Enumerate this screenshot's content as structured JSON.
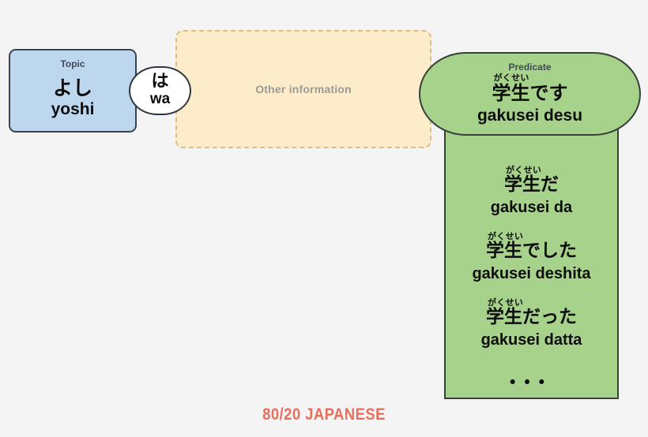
{
  "background_color": "#f4f4f4",
  "topic": {
    "label": "Topic",
    "kana": "よし",
    "romaji": "yoshi",
    "fill_color": "#bdd7ee",
    "border_color": "#3a4450"
  },
  "particle": {
    "kana": "は",
    "romaji": "wa",
    "fill_color": "#ffffff",
    "border_color": "#2f3640"
  },
  "other_info": {
    "label": "Other information",
    "fill_color": "#fcecc9",
    "border_color": "#d8bd8a",
    "text_color": "#9a9a9a"
  },
  "predicate": {
    "label": "Predicate",
    "fill_color": "#a7d28b",
    "border_color": "#37413a",
    "header": {
      "furigana": "がくせい",
      "japanese": "学生です",
      "romaji": "gakusei desu"
    },
    "forms": [
      {
        "furigana": "がくせい",
        "japanese": "学生だ",
        "romaji": "gakusei da"
      },
      {
        "furigana": "がくせい",
        "japanese": "学生でした",
        "romaji": "gakusei deshita"
      },
      {
        "furigana": "がくせい",
        "japanese": "学生だった",
        "romaji": "gakusei datta"
      }
    ],
    "ellipsis": "•••"
  },
  "watermark": {
    "text": "80/20 JAPANESE",
    "color": "#e8705a"
  }
}
